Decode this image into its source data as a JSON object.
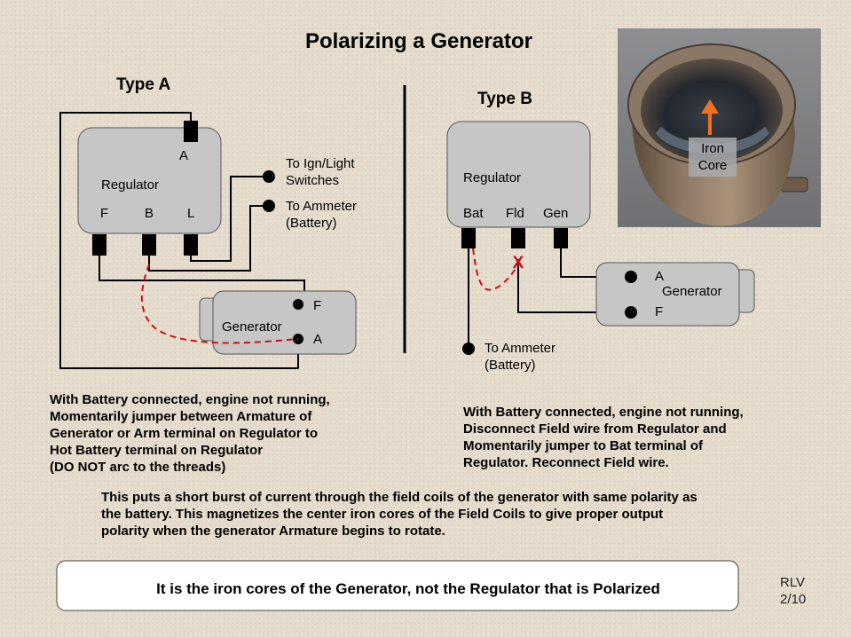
{
  "title": "Polarizing a Generator",
  "type_a": {
    "heading": "Type A",
    "regulator": {
      "name": "Regulator",
      "terminal_a": "A",
      "terminal_f": "F",
      "terminal_b": "B",
      "terminal_l": "L"
    },
    "to_ign_light": [
      "To Ign/Light",
      "Switches"
    ],
    "to_ammeter": [
      "To Ammeter",
      "(Battery)"
    ],
    "generator": {
      "name": "Generator",
      "terminal_f": "F",
      "terminal_a": "A"
    },
    "instructions": [
      "With Battery connected, engine not running,",
      "Momentarily jumper between Armature of",
      "Generator or Arm terminal on Regulator to",
      "Hot Battery terminal on Regulator",
      "(DO NOT arc to the threads)"
    ]
  },
  "type_b": {
    "heading": "Type B",
    "regulator": {
      "name": "Regulator",
      "terminal_bat": "Bat",
      "terminal_fld": "Fld",
      "terminal_gen": "Gen"
    },
    "disconnect_mark": "X",
    "generator": {
      "name": "Generator",
      "terminal_a": "A",
      "terminal_f": "F"
    },
    "to_ammeter": [
      "To Ammeter",
      "(Battery)"
    ],
    "instructions": [
      "With Battery connected, engine not running,",
      "Disconnect Field wire from Regulator and",
      "Momentarily jumper to Bat terminal of",
      "Regulator.  Reconnect Field wire."
    ]
  },
  "photo": {
    "label": [
      "Iron",
      "Core"
    ]
  },
  "explanation": [
    "This puts a short burst of current through the field coils of the generator with same polarity as",
    "the battery.  This magnetizes the center iron cores of the Field Coils to give proper output",
    "polarity when the generator Armature begins to rotate."
  ],
  "footer": "It is the iron cores of the Generator,  not the Regulator that is Polarized",
  "signature": [
    "RLV",
    "2/10"
  ],
  "colors": {
    "background": "#e6dccd",
    "box_fill": "#c6c6c6",
    "wire": "#000000",
    "jumper": "#cc1111",
    "arrow": "#f07020"
  }
}
